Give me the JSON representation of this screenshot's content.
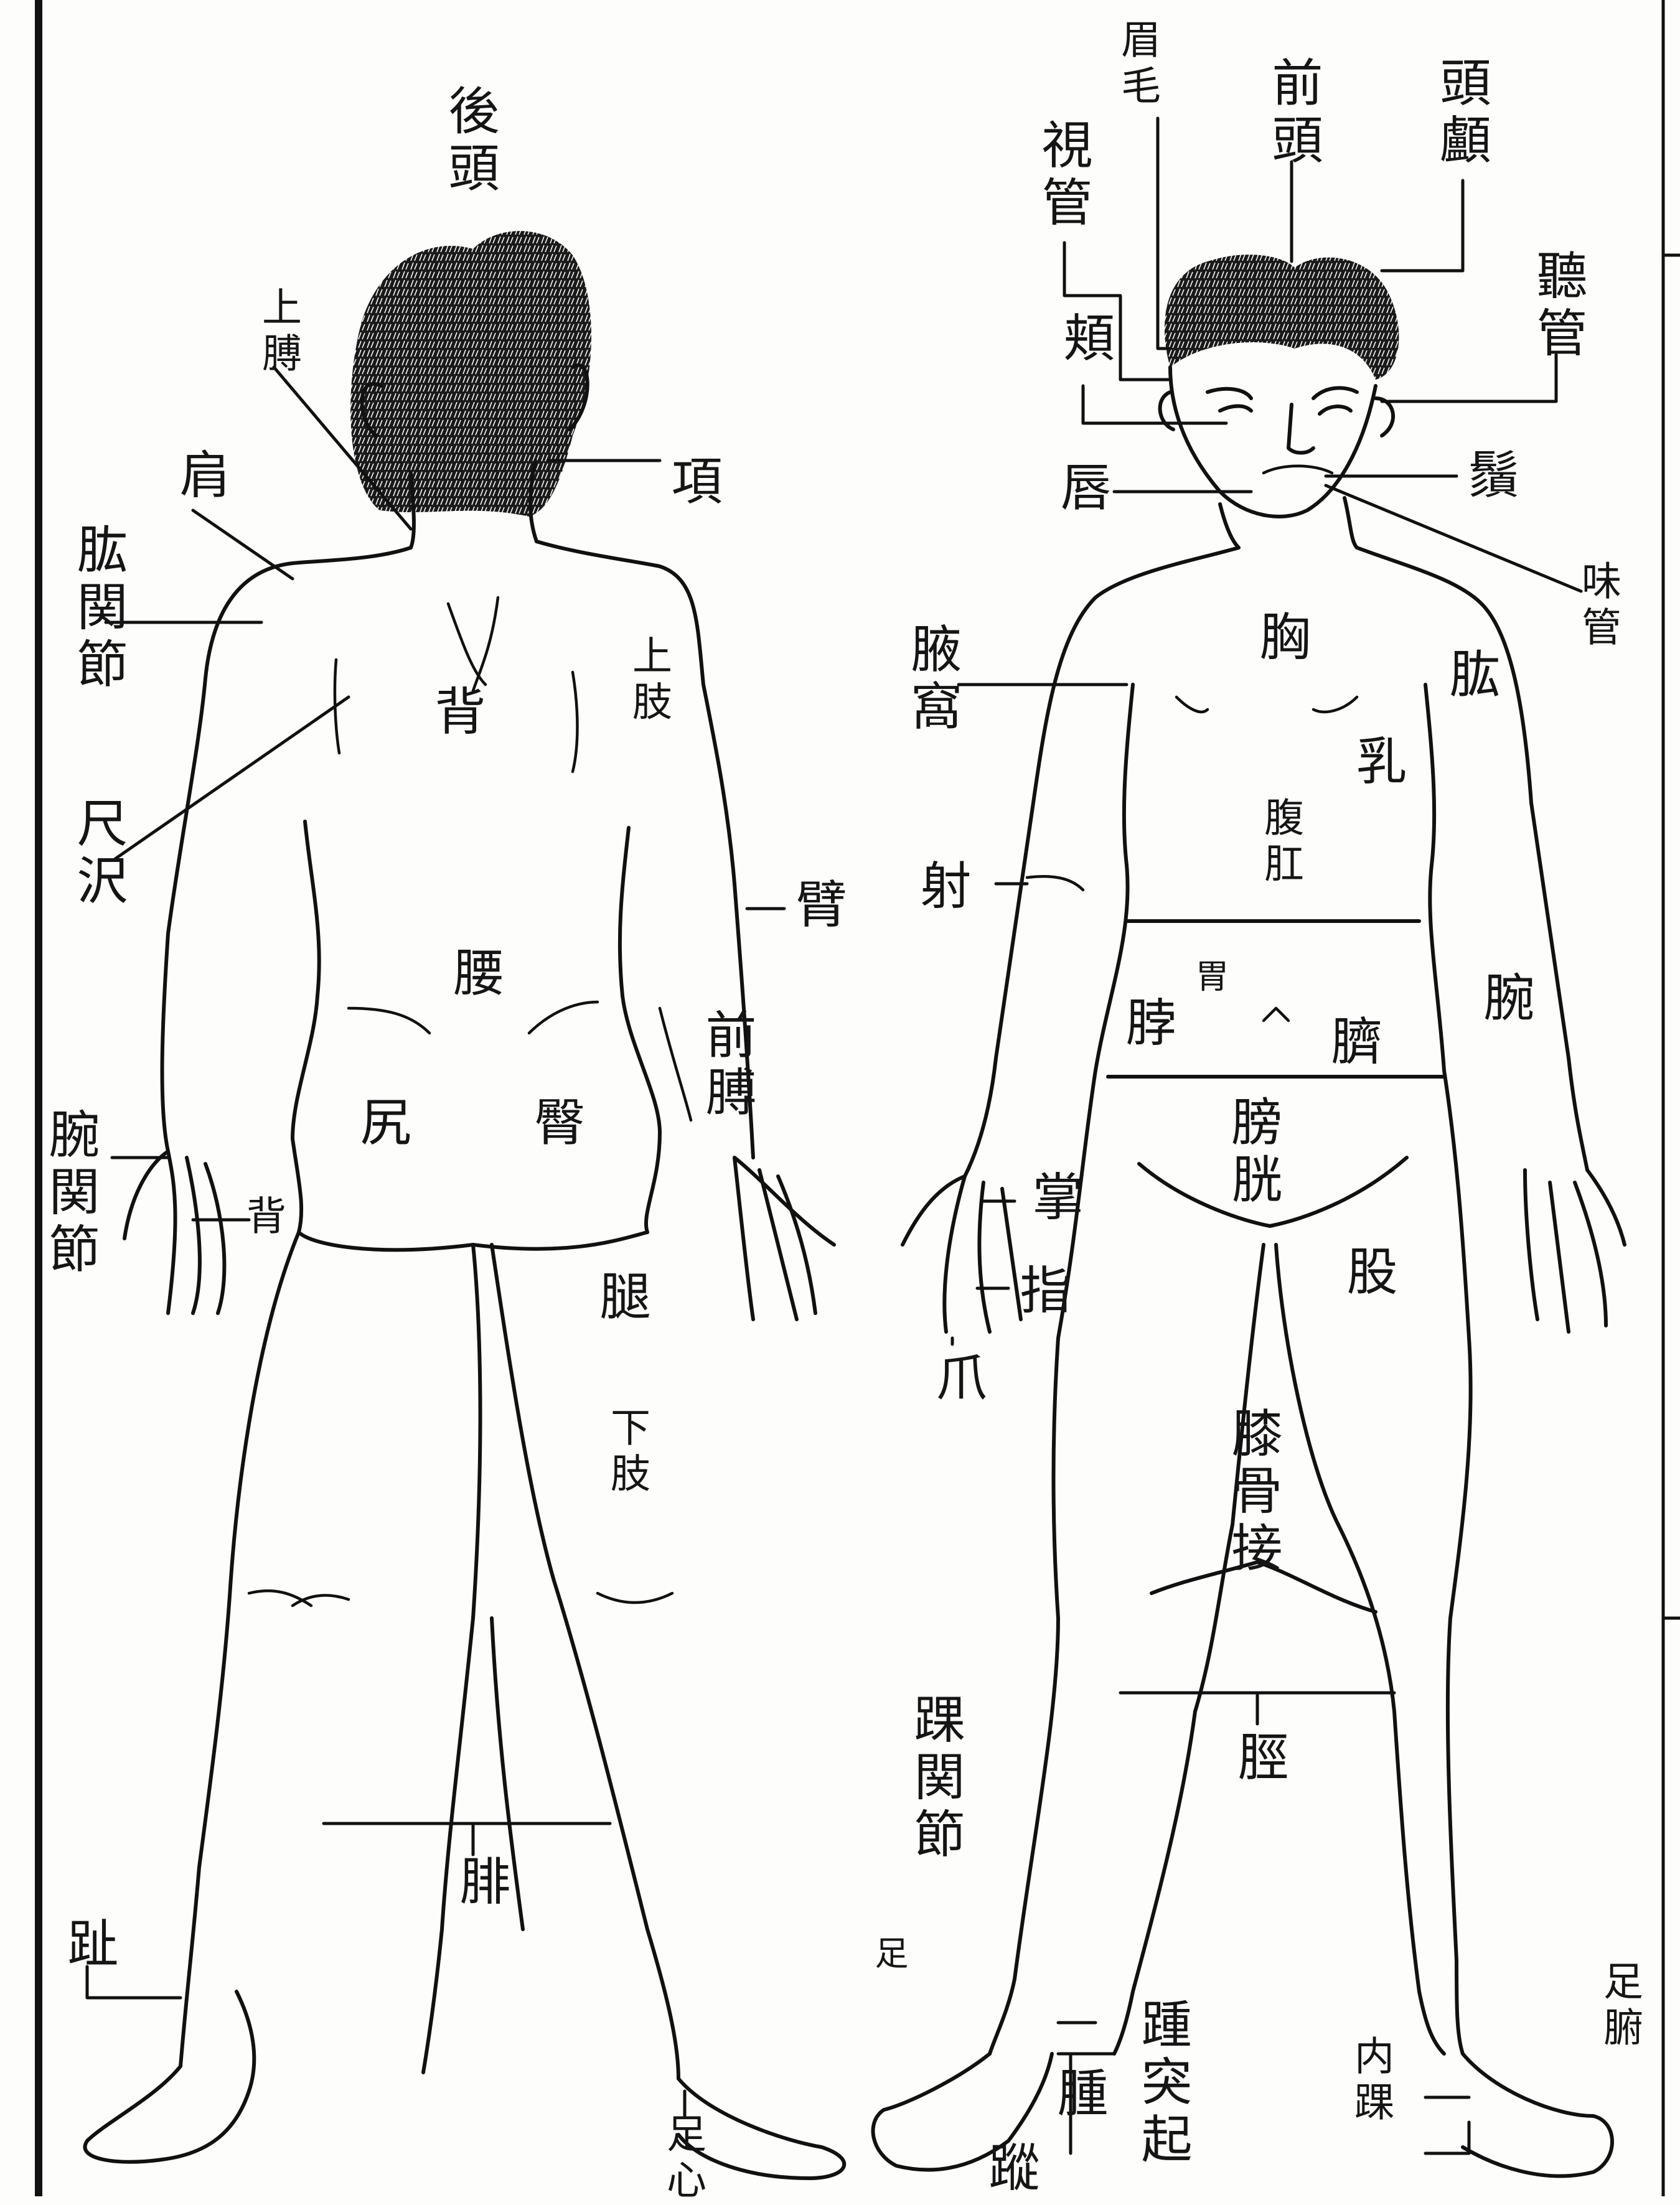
{
  "diagram": {
    "labels": {
      "back_hou_tou": "後頭",
      "back_shang_bo": "上膊",
      "back_jian": "肩",
      "back_xiang": "項",
      "back_gong_guan_jie": "肱関節",
      "back_chi_ze": "尺沢",
      "back_bei": "背",
      "back_shang_zhi": "上肢",
      "back_bi": "臂",
      "back_yao": "腰",
      "back_qian_bo": "前膊",
      "back_wan_guan_jie": "腕関節",
      "back_xi": "背",
      "back_kao": "尻",
      "back_tun": "臀",
      "back_tui": "腿",
      "back_xia_zhi": "下肢",
      "back_fei": "腓",
      "back_zhi": "趾",
      "back_zu_xin": "足心",
      "front_mei_mao": "眉毛",
      "front_qian_tou": "前頭",
      "front_tou_xin": "頭顱",
      "front_shi_guan": "視管",
      "front_ting_guan": "聽管",
      "front_jia": "頬",
      "front_chun": "唇",
      "front_xu": "鬚",
      "front_wei_guan": "味管",
      "front_xiong": "胸",
      "front_ye_wo": "腋窩",
      "front_gong": "肱",
      "front_ru": "乳",
      "front_fu_gang": "腹肛",
      "front_she": "射",
      "front_wei": "胃",
      "front_wan": "腕",
      "front_mu": "脖",
      "front_qi": "臍",
      "front_pang_guang": "膀胱",
      "front_zhang": "掌",
      "front_zhi2": "指",
      "front_zhua": "爪",
      "front_gu": "股",
      "front_xi_gu_jie": "膝骨接",
      "front_huai_guan_jie": "踝関節",
      "front_jing": "脛",
      "front_zu": "足",
      "front_zu_fu": "足腑",
      "front_ju_tu_qi": "踵突起",
      "front_zhong": "腫",
      "front_nei_huai": "内踝",
      "front_zong": "蹤"
    }
  }
}
